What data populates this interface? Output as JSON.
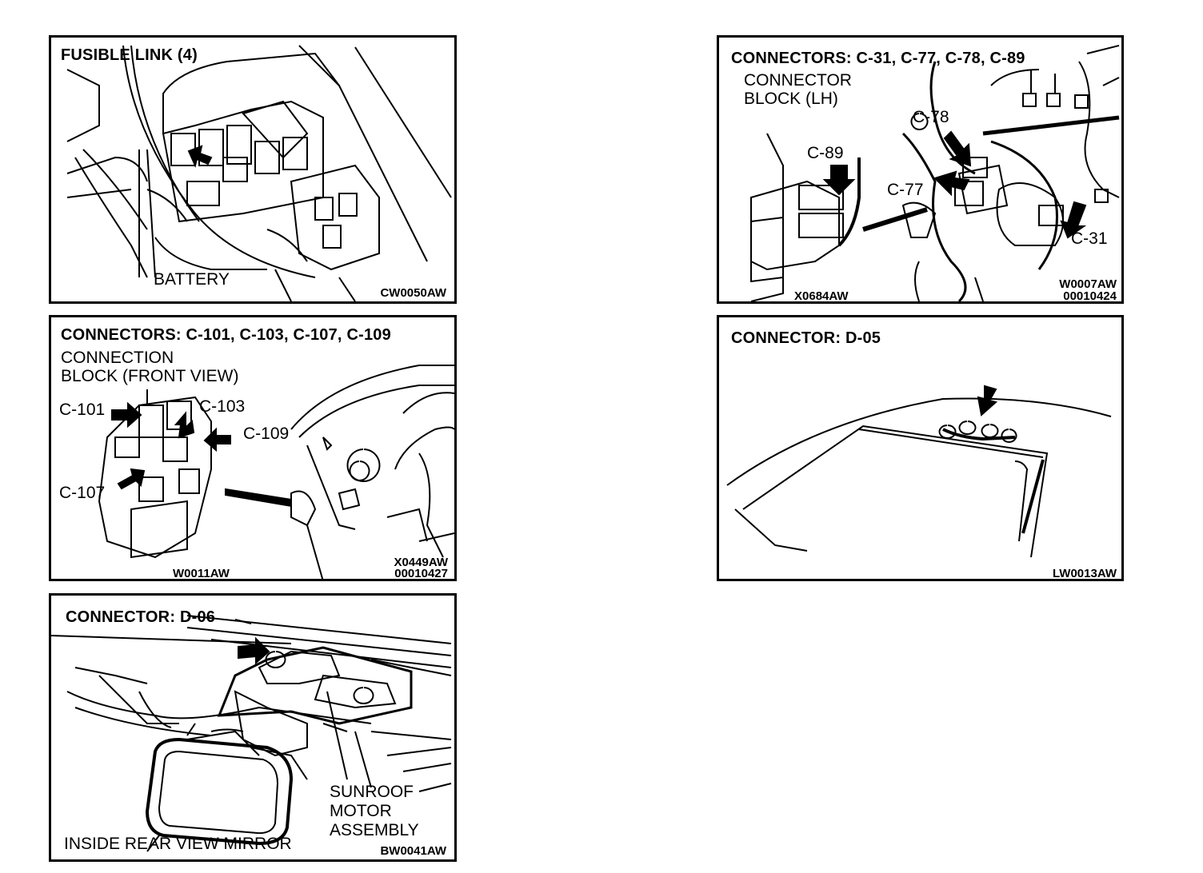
{
  "panels": {
    "fusible_link": {
      "title": "FUSIBLE LINK (4)",
      "labels": {
        "battery": "BATTERY"
      },
      "codes": [
        "CW0050AW"
      ]
    },
    "connectors_c31": {
      "title": "CONNECTORS: C-31, C-77, C-78, C-89",
      "labels": {
        "block_line1": "CONNECTOR",
        "block_line2": "BLOCK (LH)",
        "c89": "C-89",
        "c78": "C-78",
        "c77": "C-77",
        "c31": "C-31"
      },
      "codes": [
        "X0684AW",
        "W0007AW",
        "00010424"
      ]
    },
    "connectors_c101": {
      "title": "CONNECTORS: C-101, C-103, C-107, C-109",
      "labels": {
        "block_line1": "CONNECTION",
        "block_line2": "BLOCK (FRONT VIEW)",
        "c101": "C-101",
        "c103": "C-103",
        "c109": "C-109",
        "c107": "C-107"
      },
      "codes": [
        "W0011AW",
        "X0449AW",
        "00010427"
      ]
    },
    "connector_d05": {
      "title": "CONNECTOR: D-05",
      "codes": [
        "LW0013AW"
      ]
    },
    "connector_d06": {
      "title": "CONNECTOR: D-06",
      "labels": {
        "sunroof_line1": "SUNROOF",
        "sunroof_line2": "MOTOR",
        "sunroof_line3": "ASSEMBLY",
        "mirror": "INSIDE REAR VIEW MIRROR"
      },
      "codes": [
        "BW0041AW"
      ]
    }
  }
}
